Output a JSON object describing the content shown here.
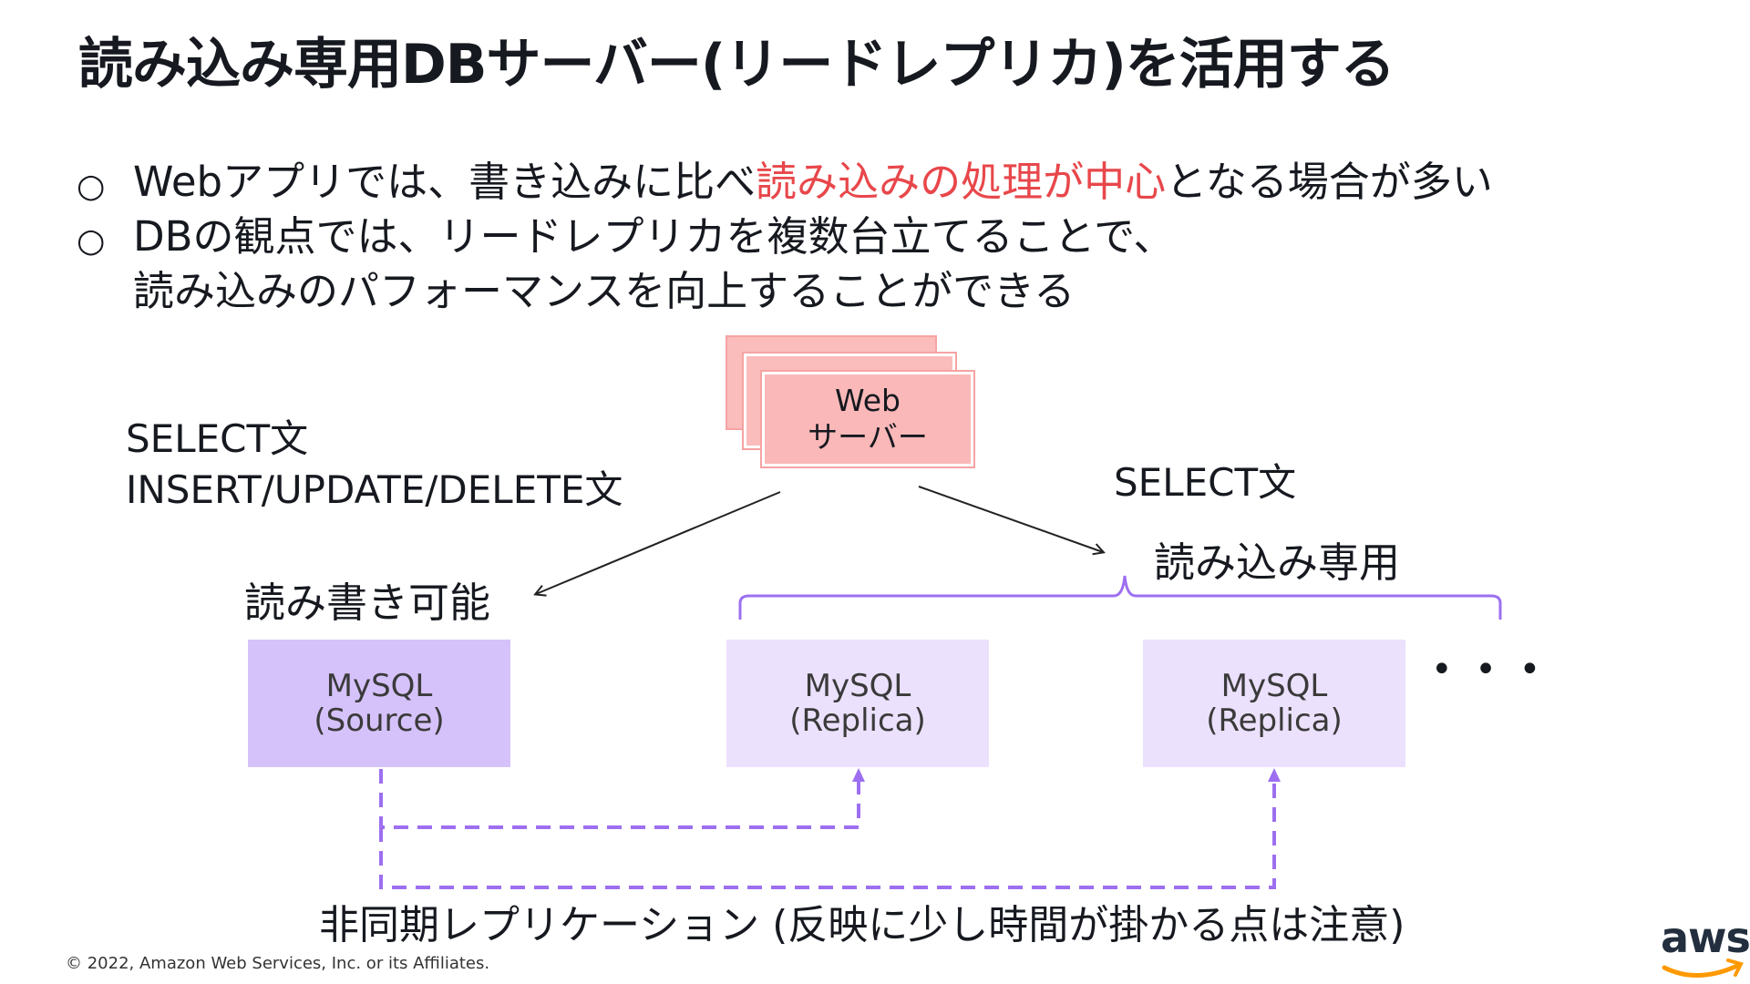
{
  "title": "読み込み専用DBサーバー(リードレプリカ)を活用する",
  "bullets": {
    "marker": "○",
    "b1_pre": "Webアプリでは、書き込みに比べ",
    "b1_highlight": "読み込みの処理が中心",
    "b1_post": "となる場合が多い",
    "b2_line1": "DBの観点では、リードレプリカを複数台立てることで、",
    "b2_line2": "読み込みのパフォーマンスを向上することができる"
  },
  "diagram": {
    "web_server": {
      "line1": "Web",
      "line2": "サーバー"
    },
    "left_sql": {
      "line1": "SELECT文",
      "line2": "INSERT/UPDATE/DELETE文"
    },
    "right_sql": "SELECT文",
    "rw_label": "読み書き可能",
    "ro_label": "読み込み専用",
    "source": {
      "line1": "MySQL",
      "line2": "(Source)"
    },
    "replica1": {
      "line1": "MySQL",
      "line2": "(Replica)"
    },
    "replica2": {
      "line1": "MySQL",
      "line2": "(Replica)"
    },
    "more": "• • •",
    "replication_note": "非同期レプリケーション (反映に少し時間が掛かる点は注意)",
    "colors": {
      "web": "#fbb8b8",
      "source": "#d6c2fb",
      "replica": "#ece1fd",
      "bracket": "#9d6ff0",
      "dashed": "#9d6ff0",
      "highlight": "#e8474b"
    }
  },
  "footer": "© 2022, Amazon Web Services, Inc. or its Affiliates.",
  "logo": "aws"
}
